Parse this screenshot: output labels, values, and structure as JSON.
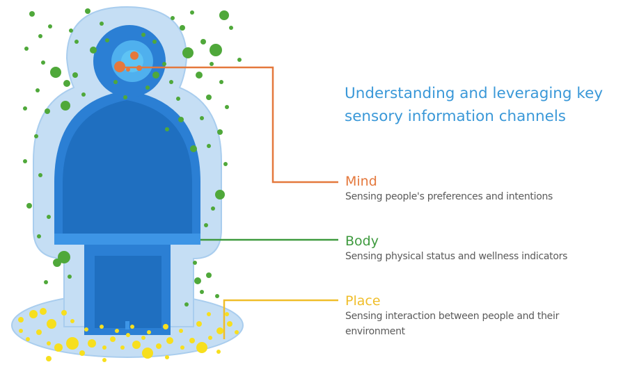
{
  "headline": {
    "line1": "Understanding and leveraging key",
    "line2": "sensory information channels"
  },
  "channels": [
    {
      "label": "Mind",
      "description": "Sensing people's preferences and intentions",
      "color": "#e4783c"
    },
    {
      "label": "Body",
      "description": "Sensing physical status and wellness indicators",
      "color": "#3e9a3e"
    },
    {
      "label": "Place",
      "description": "Sensing interaction between people and their",
      "description_line2": "environment",
      "color": "#f0be2a"
    }
  ],
  "colors": {
    "halo": "#c5def4",
    "halo_stroke": "#a9cdee",
    "figure_blue": "#2b7fd4",
    "figure_blue_dark": "#1f6fc0",
    "figure_blue_light": "#3d95e6",
    "head_inner": "#4fb0ee",
    "dots_green": "#4fa83a",
    "dots_yellow": "#f7df1e",
    "mind_orange": "#e4783c"
  }
}
